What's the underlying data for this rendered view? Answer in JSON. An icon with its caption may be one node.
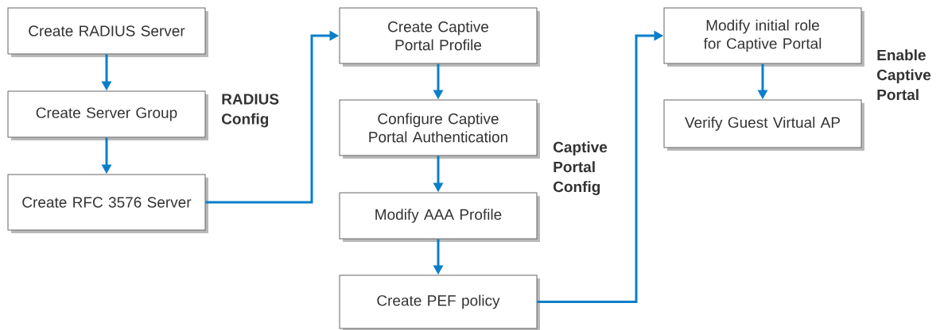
{
  "diagram": {
    "nodes": [
      {
        "text": [
          "Create RADIUS Server"
        ]
      },
      {
        "text": [
          "Create Server Group"
        ]
      },
      {
        "text": [
          "Create RFC 3576 Server"
        ]
      },
      {
        "text": [
          "Create Captive Portal Profile"
        ]
      },
      {
        "text": [
          "Configure Captive Portal Authentication"
        ]
      },
      {
        "text": [
          "Modify AAA Profile"
        ]
      },
      {
        "text": [
          "Create PEF policy"
        ]
      },
      {
        "text": [
          "Modify initial role for Captive Portal"
        ]
      },
      {
        "text": [
          "Verify Guest Virtual AP"
        ]
      }
    ],
    "edges": [
      {
        "from": 0,
        "to": 1,
        "arrow": "to"
      },
      {
        "from": 1,
        "to": 2,
        "arrow": "to"
      },
      {
        "from": 2,
        "to": 3,
        "arrow": "to"
      },
      {
        "from": 3,
        "to": 4,
        "arrow": "to"
      },
      {
        "from": 4,
        "to": 5,
        "arrow": "to"
      },
      {
        "from": 5,
        "to": 6,
        "arrow": "to"
      },
      {
        "from": 6,
        "to": 7,
        "arrow": "to"
      },
      {
        "from": 7,
        "to": 8,
        "arrow": "to"
      }
    ],
    "labels": [
      "RADIUS Config",
      "Enable Captive Portal",
      "Captive Portal Config"
    ]
  }
}
